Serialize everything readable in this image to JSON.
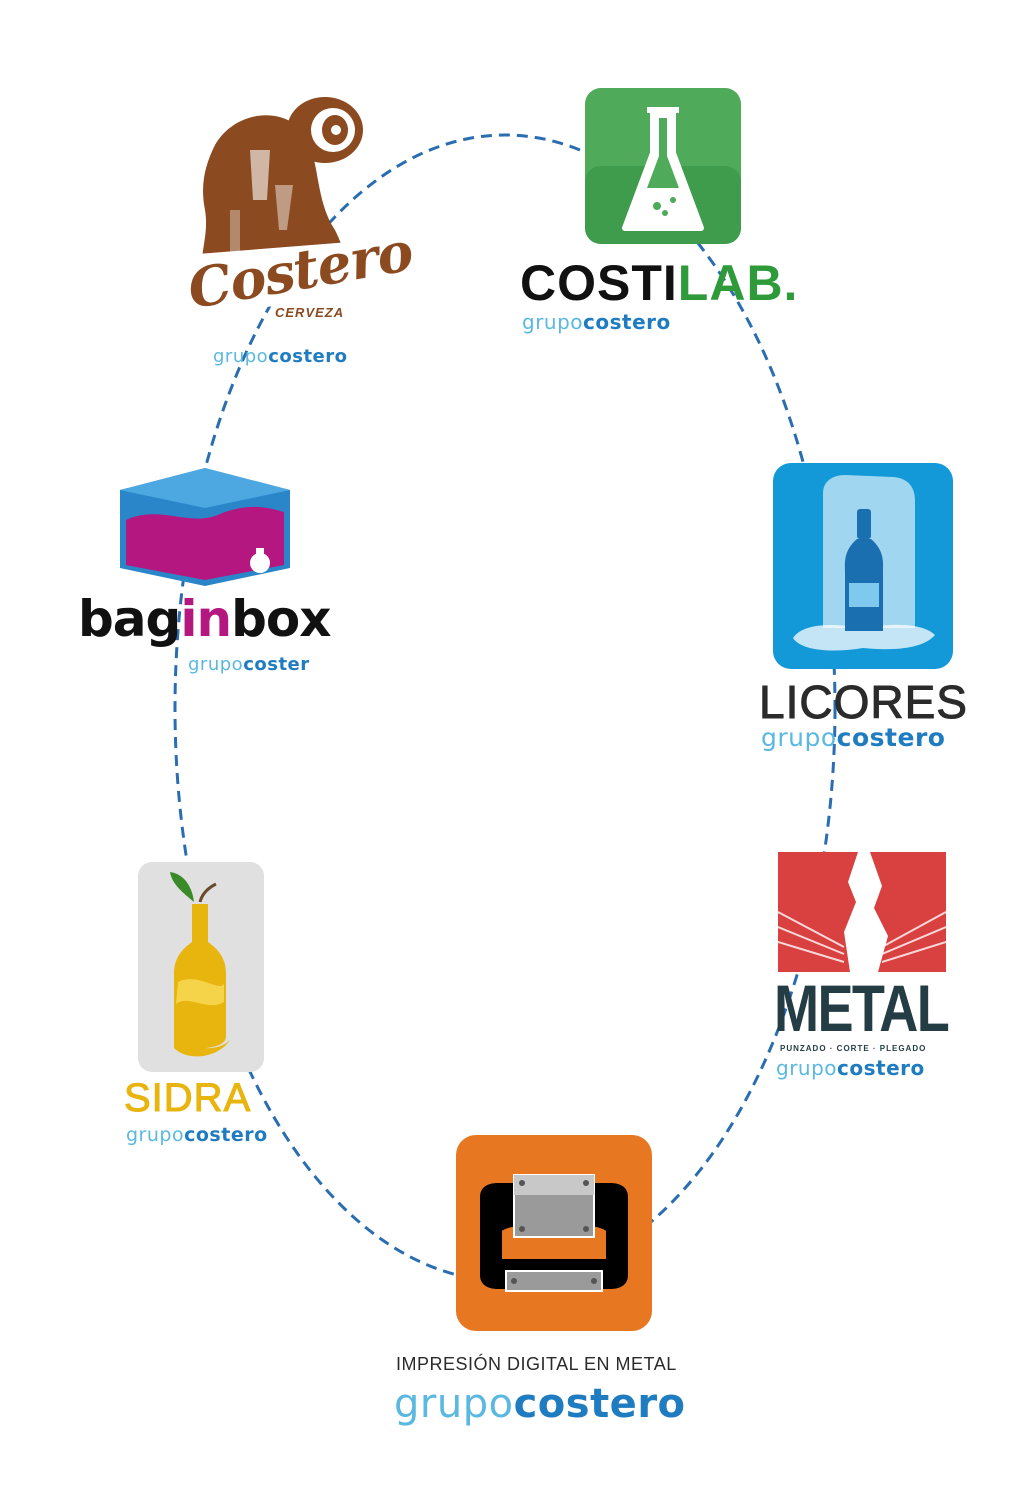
{
  "colors": {
    "connector": "#2a6db0",
    "grupo_light": "#5bb8e0",
    "grupo_bold": "#1f7cc0",
    "cerveza_brown": "#8b4a1f",
    "costilab_green": "#4faa5a",
    "costilab_text_green": "#2e9a3a",
    "licores_blue": "#1398d8",
    "baginbox_magenta": "#b4177f",
    "baginbox_blue": "#2a86c8",
    "sidra_grey": "#e0e0e0",
    "sidra_yellow": "#e8b40e",
    "metal_red": "#d94040",
    "metal_dark": "#243d45",
    "impresion_orange": "#e87722"
  },
  "brands": {
    "cerveza": {
      "script": "Costero",
      "sub": "CERVEZA",
      "grupo_light": "grupo",
      "grupo_bold": "costero",
      "icon": "beer-keg-figure-icon"
    },
    "costilab": {
      "name_dark": "COSTI",
      "name_green": "LAB.",
      "grupo_light": "grupo",
      "grupo_bold": "costero",
      "icon": "flask-icon"
    },
    "licores": {
      "name": "LICORES",
      "grupo_light": "grupo",
      "grupo_bold": "costero",
      "icon": "bottle-in-ice-icon"
    },
    "baginbox": {
      "name_a": "bag",
      "name_b": "in",
      "name_c": "box",
      "grupo_light": "grupo",
      "grupo_bold": "coster",
      "icon": "box-icon"
    },
    "sidra": {
      "name": "SIDRA",
      "grupo_light": "grupo",
      "grupo_bold": "costero",
      "icon": "cider-bottle-icon"
    },
    "metal": {
      "name": "METAL",
      "sub": "PUNZADO · CORTE · PLEGADO",
      "grupo_light": "grupo",
      "grupo_bold": "costero",
      "icon": "metal-press-icon"
    },
    "impresion": {
      "caption": "IMPRESIÓN DIGITAL EN METAL",
      "grupo_light": "grupo",
      "grupo_bold": "costero",
      "icon": "printer-icon"
    }
  }
}
